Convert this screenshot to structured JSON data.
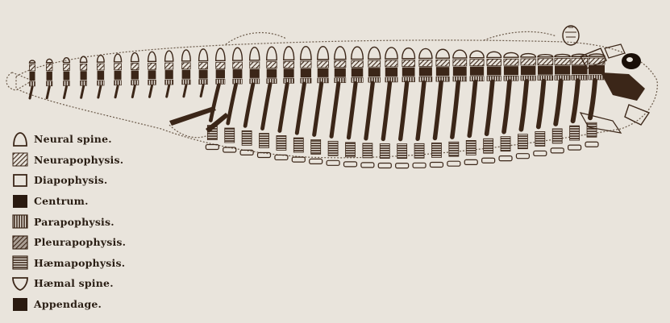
{
  "colors": {
    "background": "#e9e4dc",
    "ink": "#3b2618",
    "outline": "#6b5a4a"
  },
  "legend": {
    "items": [
      {
        "label": "Neural spine.",
        "icon": "neural-spine-swatch"
      },
      {
        "label": "Neurapophysis.",
        "icon": "neurapophysis-swatch"
      },
      {
        "label": "Diapophysis.",
        "icon": "diapophysis-swatch"
      },
      {
        "label": "Centrum.",
        "icon": "centrum-swatch"
      },
      {
        "label": "Parapophysis.",
        "icon": "parapophysis-swatch"
      },
      {
        "label": "Pleurapophysis.",
        "icon": "pleurapophysis-swatch"
      },
      {
        "label": "Hæmapophysis.",
        "icon": "haemapophysis-swatch"
      },
      {
        "label": "Hæmal spine.",
        "icon": "haemal-spine-swatch"
      },
      {
        "label": "Appendage.",
        "icon": "appendage-swatch"
      }
    ]
  }
}
